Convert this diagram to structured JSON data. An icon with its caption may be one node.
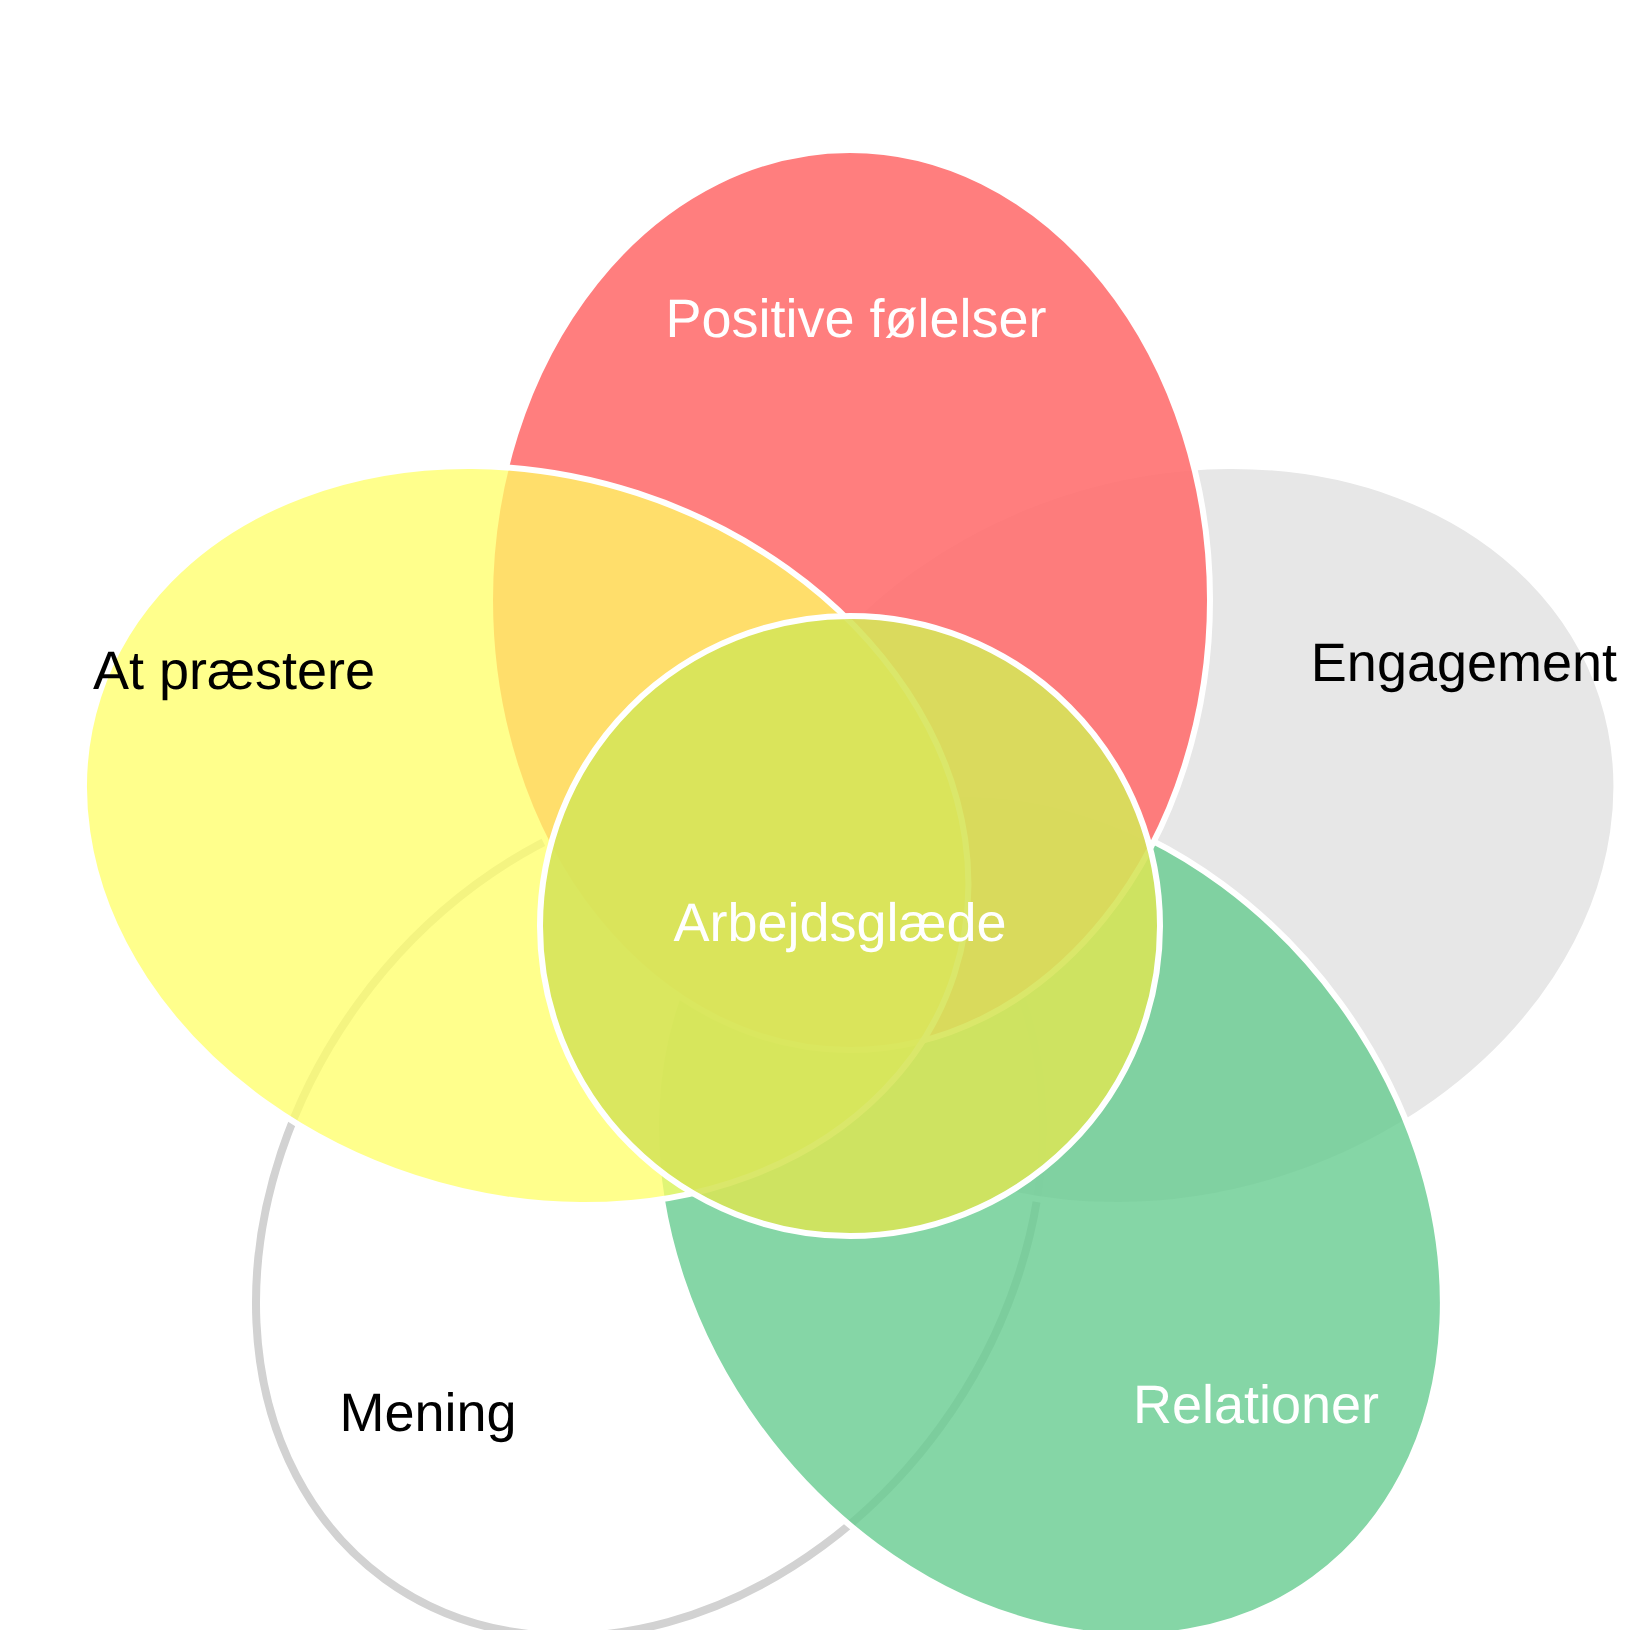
{
  "diagram": {
    "nodes": [
      {
        "text": [
          "Positive følelser"
        ]
      },
      {
        "text": [
          "At præstere"
        ]
      },
      {
        "text": [
          "Engagement"
        ]
      },
      {
        "text": [
          "Arbejdsglæde"
        ]
      },
      {
        "text": [
          "Mening"
        ]
      },
      {
        "text": [
          "Relationer"
        ]
      }
    ]
  }
}
